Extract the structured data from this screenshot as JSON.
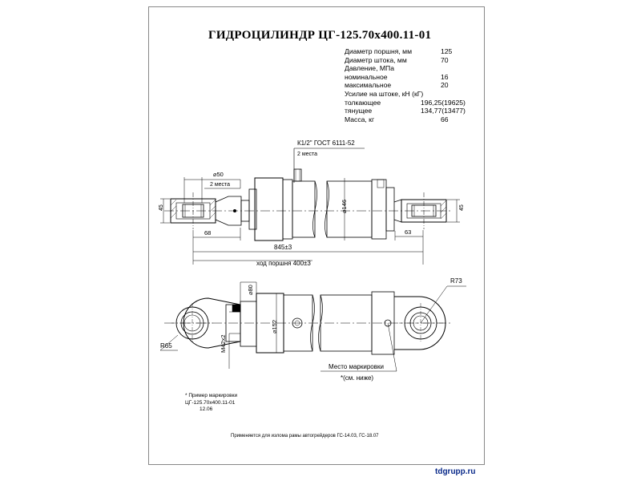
{
  "title": "ГИДРОЦИЛИНДР  ЦГ-125.70х400.11-01",
  "specs": [
    {
      "label": "Диаметр поршня, мм",
      "value": "125",
      "indent": false
    },
    {
      "label": "Диаметр штока, мм",
      "value": "70",
      "indent": false
    },
    {
      "label": "Давление, МПа",
      "value": "",
      "indent": false
    },
    {
      "label": "номинальное",
      "value": "16",
      "indent": false
    },
    {
      "label": "максимальное",
      "value": "20",
      "indent": false
    },
    {
      "label": "Усилие на штоке, кН (кГ)",
      "value": "",
      "indent": false
    },
    {
      "label": "толкающее",
      "value": "196,25(19625)",
      "indent": true
    },
    {
      "label": "тянущее",
      "value": "134,77(13477)",
      "indent": true
    },
    {
      "label": "Масса, кг",
      "value": "66",
      "indent": false
    }
  ],
  "callouts": {
    "port": "К1/2\" ГОСТ 6111-52",
    "port_count": "2 места",
    "hole_dia": "⌀50",
    "hole_count": "2 места",
    "left_height": "45",
    "right_height": "45",
    "cyl_dia": "⌀146",
    "left_offset": "68",
    "right_offset": "63",
    "length": "845±3",
    "stroke": "ход поршня 400±3",
    "radius_right": "R73",
    "radius_left": "R65",
    "rod_dia": "⌀80",
    "thread": "М42х2",
    "body_dia": "⌀152",
    "marking_place": "Место маркировки",
    "marking_ref": "*(см. ниже)"
  },
  "marking_example": {
    "heading": "* Пример маркировки",
    "code": "ЦГ-125.70х400.11-01",
    "date": "12.06"
  },
  "applies_to": "Применяется для излома рамы автогрейдеров ГС-14.03, ГС-18.07",
  "site": "tdgrupp.ru"
}
